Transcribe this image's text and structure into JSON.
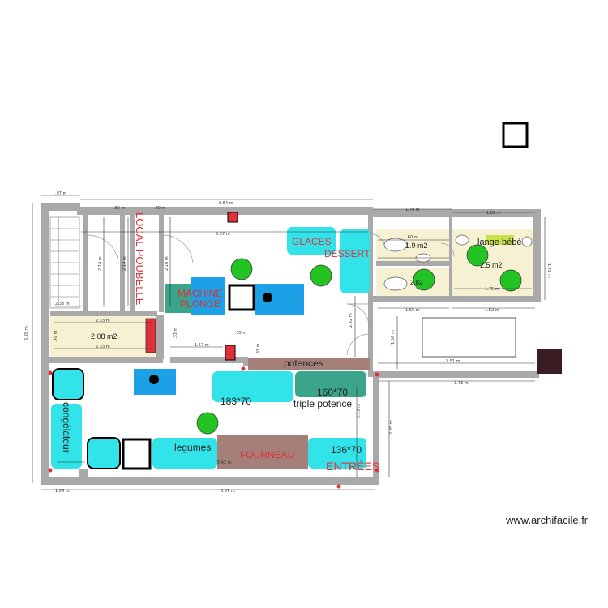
{
  "plan": {
    "rooms": {
      "local_poubelle": "LOCAL POUBELLE",
      "machine_plonge_1": "MACHINE",
      "machine_plonge_2": "PLONGE",
      "glaces": "GLACES",
      "dessert": "DESSERT",
      "potences": "potences",
      "dim_183": "183*70",
      "dim_160": "160*70",
      "triple_potence": "triple potence",
      "congelateur": "congélateur",
      "legumes": "legumes",
      "fourneau": "FOURNEAU",
      "dim_136": "136*70",
      "entrees": "ENTRÉES",
      "lange_bebe": "lange bébé",
      "area_208": "2.08 m2",
      "area_wc1": "1.9 m2",
      "area_wc2": "2.82",
      "area_wc3": "2.5 m2"
    },
    "dimensions": {
      "d_97": ".97 m",
      "d_80": ".80 m",
      "d_80b": ".80 m",
      "d_854": "8.54 m",
      "d_170": "1.70 m",
      "d_182": "1.82 m",
      "d_657": "6.57 m",
      "d_160": "1.60 m",
      "d_233a": "2.33 m",
      "d_233b": "2.33 m",
      "d_233c": "2.33 m",
      "d_157": "1.57 m",
      "d_35": ".35 m",
      "d_351": "3.51 m",
      "d_343": "3.43 m",
      "d_165": "1.65 m",
      "d_182b": "1.82 m",
      "d_175": "1.75 m",
      "d_104": "1.04 m",
      "d_687": "6.87 m",
      "d_542": "5.42 m",
      "d_628": "6.28 m",
      "d_172": "1.72 m",
      "d_156": "1.56 m",
      "d_235": "2.35 m",
      "d_213": "2.13 m",
      "d_242": "2.42 m",
      "d_214a": "2.14 m",
      "d_214b": "2.14 m",
      "d_218": "2.18 m",
      "d_49": ".49 m",
      "d_91": ".91 m",
      "d_33": ".33 m"
    },
    "colors": {
      "wall": "#a9a9a9",
      "cyan": "#33e3ea",
      "teal": "#3aa58a",
      "blue": "#1ca1e6",
      "green": "#22c322",
      "brown": "#a57f7a",
      "red": "#e0303a",
      "cream": "#f6f1d3"
    }
  },
  "footer": {
    "credit": "www.archifacile.fr"
  }
}
